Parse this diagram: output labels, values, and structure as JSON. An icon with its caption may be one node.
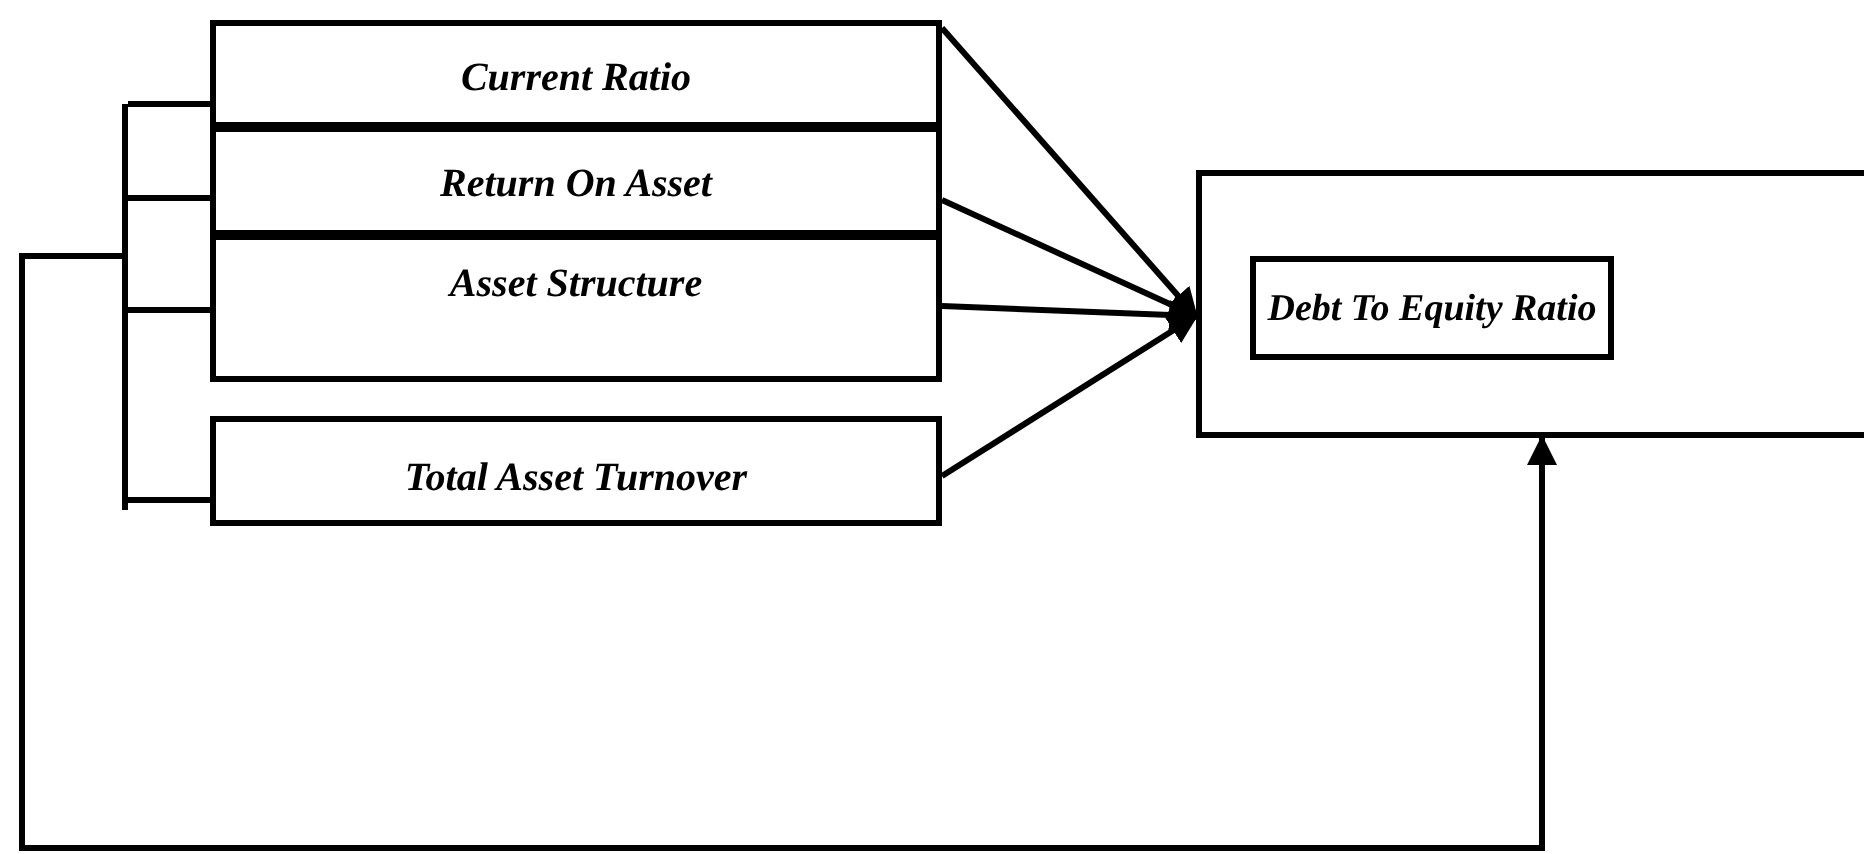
{
  "diagram": {
    "nodes": [
      {
        "text": [
          "Current Ratio"
        ]
      },
      {
        "text": [
          "Return On Asset"
        ]
      },
      {
        "text": [
          "Asset Structure"
        ]
      },
      {
        "text": [
          "Total Asset Turnover"
        ]
      },
      {
        "text": [],
        "shape": "box"
      },
      {
        "text": [
          "Debt To Equity Ratio"
        ],
        "in": 4
      },
      {
        "text": [],
        "shape": "bar"
      }
    ],
    "edges": [
      {
        "from": 0,
        "to": 4,
        "arrow": "to"
      },
      {
        "from": 1,
        "to": 4,
        "arrow": "to"
      },
      {
        "from": 2,
        "to": 4,
        "arrow": "to"
      },
      {
        "from": 3,
        "to": 4,
        "arrow": "to"
      },
      {
        "from": 6,
        "to": 4,
        "arrow": "to"
      },
      {
        "from": 6,
        "to": 0,
        "arrow": "none"
      },
      {
        "from": 6,
        "to": 1,
        "arrow": "none"
      },
      {
        "from": 6,
        "to": 2,
        "arrow": "none"
      },
      {
        "from": 6,
        "to": 3,
        "arrow": "none"
      }
    ]
  }
}
